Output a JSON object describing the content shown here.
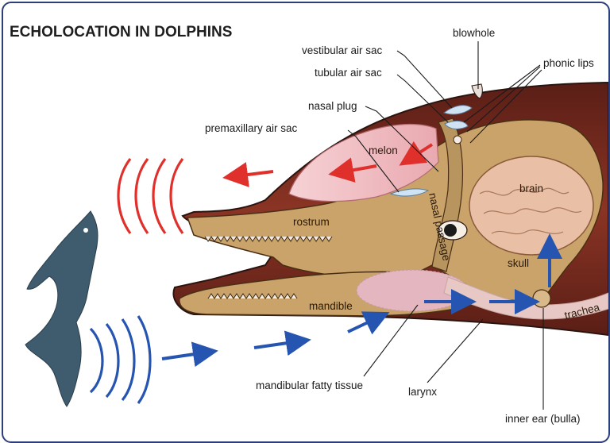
{
  "title": "ECHOLOCATION IN DOLPHINS",
  "labels": {
    "blowhole": "blowhole",
    "vestibular_air_sac": "vestibular air sac",
    "phonic_lips": "phonic lips",
    "tubular_air_sac": "tubular air sac",
    "nasal_plug": "nasal plug",
    "premaxillary_air_sac": "premaxillary air sac",
    "melon": "melon",
    "brain": "brain",
    "rostrum": "rostrum",
    "nasal_passage": "nasal passage",
    "skull": "skull",
    "mandible": "mandible",
    "trachea": "trachea",
    "mandibular_fatty_tissue": "mandibular fatty tissue",
    "larynx": "larynx",
    "inner_ear": "inner ear (bulla)"
  },
  "colors": {
    "frame": "#2d3f78",
    "outgoing_waves": "#e0302c",
    "returning_waves": "#2555b0",
    "body_dark": "#7b2a1e",
    "bone": "#c9a36a",
    "melon": "#f0c4c8",
    "fatty_tissue": "#e4b6c0",
    "fish": "#3f5b6e"
  },
  "icons": {
    "prey": "fish-icon",
    "eye": "eye-icon"
  }
}
